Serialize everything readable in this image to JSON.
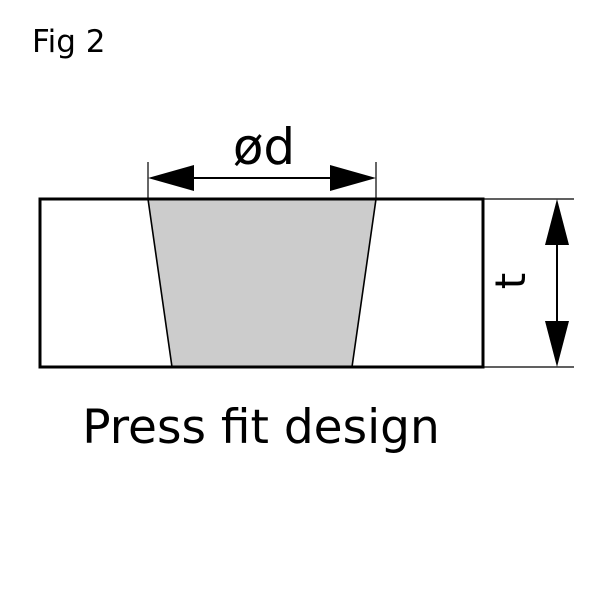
{
  "figure_label": "Fig 2",
  "dimension_diameter_label": "ød",
  "dimension_thickness_label": "t",
  "caption": "Press fit design",
  "colors": {
    "stroke": "#000000",
    "insert_fill": "#cccccc",
    "background": "#ffffff"
  }
}
